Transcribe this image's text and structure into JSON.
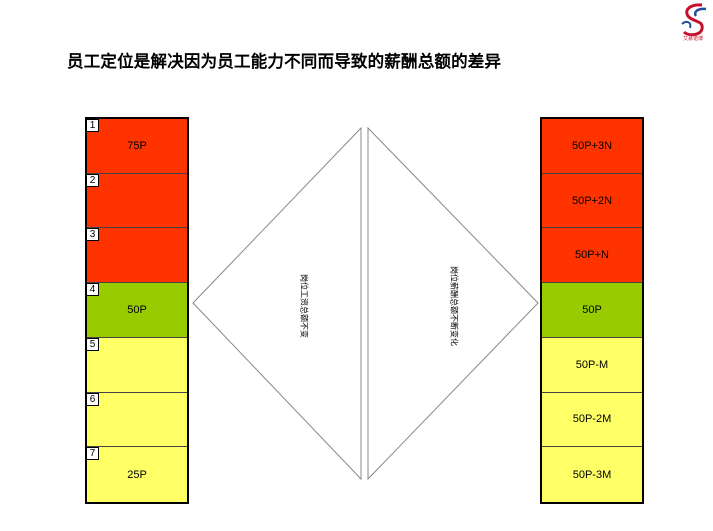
{
  "title": "员工定位是解决因为员工能力不同而导致的薪酬总额的差异",
  "logo": {
    "name": "company-logo",
    "text": "艾慕诺博"
  },
  "colors": {
    "red": "#ff3300",
    "green": "#99cc00",
    "yellow": "#ffff66"
  },
  "left_column": {
    "cells": [
      {
        "num": "1",
        "label": "75P",
        "color": "red"
      },
      {
        "num": "2",
        "label": "",
        "color": "red"
      },
      {
        "num": "3",
        "label": "",
        "color": "red"
      },
      {
        "num": "4",
        "label": "50P",
        "color": "green"
      },
      {
        "num": "5",
        "label": "",
        "color": "yellow"
      },
      {
        "num": "6",
        "label": "",
        "color": "yellow"
      },
      {
        "num": "7",
        "label": "25P",
        "color": "yellow"
      }
    ]
  },
  "right_column": {
    "cells": [
      {
        "label": "50P+3N",
        "color": "red"
      },
      {
        "label": "50P+2N",
        "color": "red"
      },
      {
        "label": "50P+N",
        "color": "red"
      },
      {
        "label": "50P",
        "color": "green"
      },
      {
        "label": "50P-M",
        "color": "yellow"
      },
      {
        "label": "50P-2M",
        "color": "yellow"
      },
      {
        "label": "50P-3M",
        "color": "yellow"
      }
    ]
  },
  "diamonds": {
    "left_label": "岗位工资总额不变",
    "right_label": "岗位薪酬总额不断变化"
  }
}
